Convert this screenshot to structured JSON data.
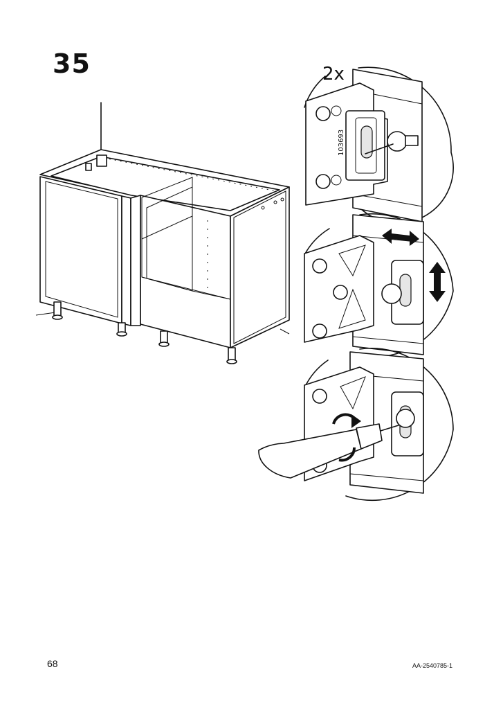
{
  "page": {
    "step_number": "35",
    "quantity": "2x",
    "part_number": "103693",
    "page_number": "68",
    "document_code": "AA-2540785-1"
  },
  "icons": {
    "cabinet": "corner-cabinet-illustration",
    "detail_1": "bracket-insert-detail",
    "detail_2": "bracket-adjust-detail",
    "detail_3": "screwdriver-tighten-detail"
  }
}
